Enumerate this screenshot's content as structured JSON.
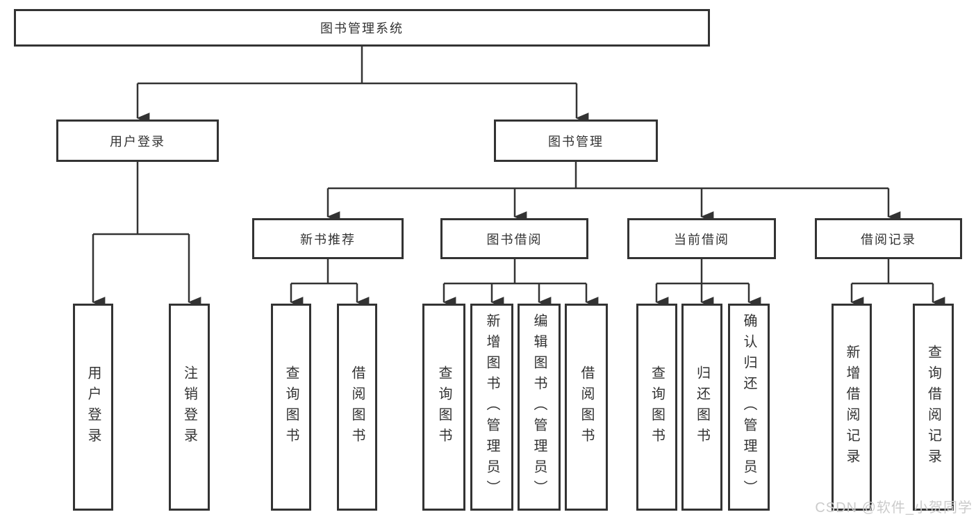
{
  "tree": {
    "label": "图书管理系统",
    "children": [
      {
        "label": "用户登录",
        "children": [
          {
            "label": "用户登录"
          },
          {
            "label": "注销登录"
          }
        ]
      },
      {
        "label": "图书管理",
        "children": [
          {
            "label": "新书推荐",
            "children": [
              {
                "label": "查询图书"
              },
              {
                "label": "借阅图书"
              }
            ]
          },
          {
            "label": "图书借阅",
            "children": [
              {
                "label": "查询图书"
              },
              {
                "label": "新增图书（管理员）"
              },
              {
                "label": "编辑图书（管理员）"
              },
              {
                "label": "借阅图书"
              }
            ]
          },
          {
            "label": "当前借阅",
            "children": [
              {
                "label": "查询图书"
              },
              {
                "label": "归还图书"
              },
              {
                "label": "确认归还（管理员）"
              }
            ]
          },
          {
            "label": "借阅记录",
            "children": [
              {
                "label": "新增借阅记录"
              },
              {
                "label": "查询借阅记录"
              }
            ]
          }
        ]
      }
    ]
  },
  "watermark": {
    "text": "CSDN @软件_小贺同学"
  },
  "colors": {
    "border": "#333333",
    "text": "#333333",
    "line": "#333333",
    "watermark": "#cbcbcb",
    "background": "#ffffff"
  }
}
